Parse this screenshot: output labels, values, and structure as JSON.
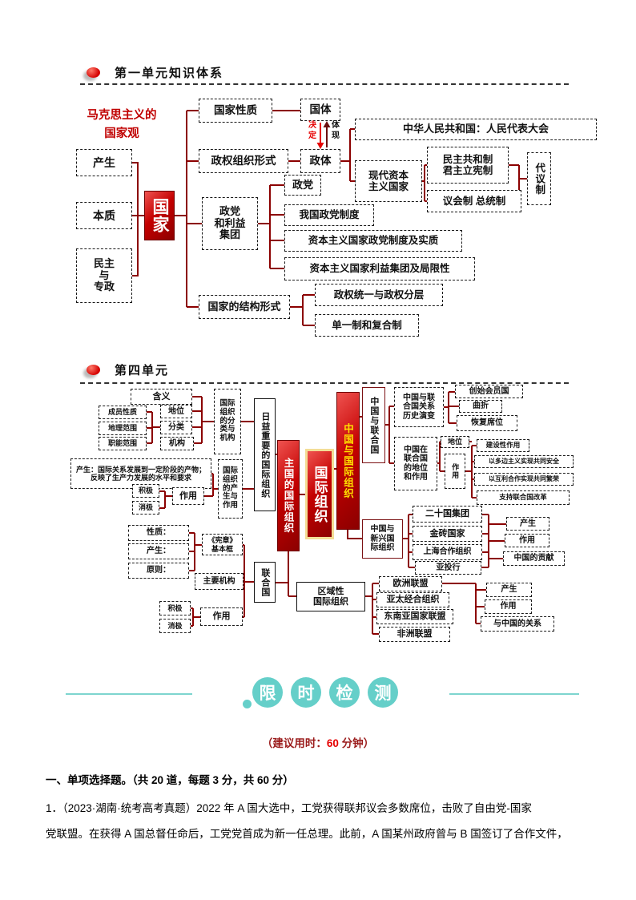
{
  "u1": {
    "bullet_title": "第一单元知识体系",
    "side": "马克思主义的\n国家观",
    "root": "国家",
    "chansheng": "产生",
    "benzhi": "本质",
    "minzhu": "民主\n与\n专政",
    "xingzhi": "国家性质",
    "guoti": "国体",
    "jueding": "决\n定",
    "tixian": "体\n现",
    "zzxs": "政权组织形式",
    "zhengti": "政体",
    "zhonghua": "中华人民共和国：人民代表大会",
    "xiandai": "现代资本\n主义国家",
    "mzghz": "民主共和制\n君主立宪制",
    "yhz": "议会制 总统制",
    "dyz": "代议制",
    "zdjt": "政党\n和利益\n集团",
    "zhengdang": "政党",
    "woguo": "我国政党制度",
    "zbzd": "资本主义国家政党制度及实质",
    "zbly": "资本主义国家利益集团及局限性",
    "jgxs": "国家的结构形式",
    "zqty": "政权统一与政权分层",
    "dyzfhz": "单一制和复合制"
  },
  "u4": {
    "bullet_title": "第四单元",
    "hanyi": "含义",
    "diwei": "地位",
    "fenlei": "分类",
    "jigou": "机构",
    "cyxz": "成员性质",
    "dlfw": "地理范围",
    "znfw": "职能范围",
    "fljg": "国际\n组织\n的分\n类与\n机构",
    "csnote": "产生：国际关系发展到一定阶段的产物；\n反映了生产力发展的水平和要求",
    "jiji": "积极",
    "xiaoji": "消极",
    "zuoyong": "作用",
    "cszy": "国际\n组织\n的产\n生与\n作用",
    "riyi": "日益重要的国际组织",
    "zhuguo": "主国的国际组织",
    "center": "国际组织",
    "zgbanner": "中国与国际组织",
    "zglhg": "中国与联合国",
    "lsyb": "中国与联\n合国关系\n历史演变",
    "cshy": "创始会员国",
    "quzhe": "曲折",
    "hfxw": "恢复席位",
    "dwzy": "中国在\n联合国\n的地位\n和作用",
    "diwei2": "地位",
    "zuoyong2": "作用",
    "jsxzy": "建设性作用",
    "duobian": "以多边主义实现共同安全",
    "huli": "以互利合作实现共同繁荣",
    "zhichi": "支持联合国改革",
    "xinxing": "中国与\n新兴国\n际组织",
    "g20": "二十国集团",
    "jz": "金砖国家",
    "shhz": "上海合作组织",
    "ytx": "亚投行",
    "cs2": "产生",
    "zy3": "作用",
    "gx": "中国的贡献",
    "xingzhi2": "性质：",
    "chansheng2": "产生：",
    "yuanze": "原则：",
    "xianzhang": "《宪章》\n基本框",
    "zyjg": "主要机构",
    "jiji2": "积极",
    "xiaoji2": "消极",
    "zuoyong4": "作用",
    "lhg": "联合国",
    "qyx": "区域性\n国际组织",
    "om": "欧洲联盟",
    "yt": "亚太经合组织",
    "dm": "东南亚国家联盟",
    "fm": "非洲联盟",
    "cs3": "产生",
    "zy5": "作用",
    "ygdgx": "与中国的关系"
  },
  "banner": {
    "c1": "限",
    "c2": "时",
    "c3": "检",
    "c4": "测"
  },
  "exam": {
    "time_prefix": "（建议用时：",
    "time_value": "60",
    "time_suffix": " 分钟）",
    "header": "一、单项选择题。（共 20 道，每题 3 分，共 60 分）",
    "q1_line1": "1．（2023·湖南·统考高考真题）2022 年 A 国大选中，工党获得联邦议会多数席位，击败了自由党-国家",
    "q1_line2": "党联盟。在获得 A 国总督任命后，工党党首成为新一任总理。此前，A 国某州政府曾与 B 国签订了合作文件，"
  },
  "colors": {
    "accent_red": "#c00000",
    "line": "#8b0000",
    "teal": "#65cfc9",
    "banner_yellow": "#ffe100"
  }
}
